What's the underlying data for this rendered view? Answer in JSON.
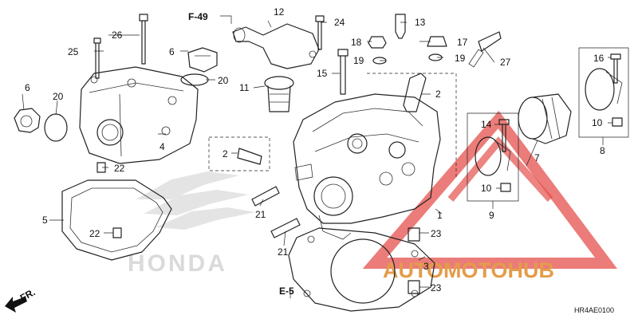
{
  "callouts": {
    "c1": "1",
    "c2a": "2",
    "c2b": "2",
    "c3": "3",
    "c4": "4",
    "c5": "5",
    "c6a": "6",
    "c6b": "6",
    "c7": "7",
    "c8": "8",
    "c9": "9",
    "c10a": "10",
    "c10b": "10",
    "c11": "11",
    "c12": "12",
    "c13": "13",
    "c14": "14",
    "c15": "15",
    "c16": "16",
    "c17": "17",
    "c18": "18",
    "c19a": "19",
    "c19b": "19",
    "c20a": "20",
    "c20b": "20",
    "c21a": "21",
    "c21b": "21",
    "c22a": "22",
    "c22b": "22",
    "c23a": "23",
    "c23b": "23",
    "c24": "24",
    "c25": "25",
    "c26": "26",
    "c27": "27"
  },
  "refs": {
    "f49": "F-49",
    "e5": "E-5",
    "fr": "FR."
  },
  "diagram_code": "HR4AE0100",
  "watermark": {
    "brand": "HONDA",
    "logo": "AUTOMOTOHUB"
  },
  "colors": {
    "line": "#222222",
    "watermark_gray": "#c8c8c8",
    "logo_red": "#e0322d"
  }
}
